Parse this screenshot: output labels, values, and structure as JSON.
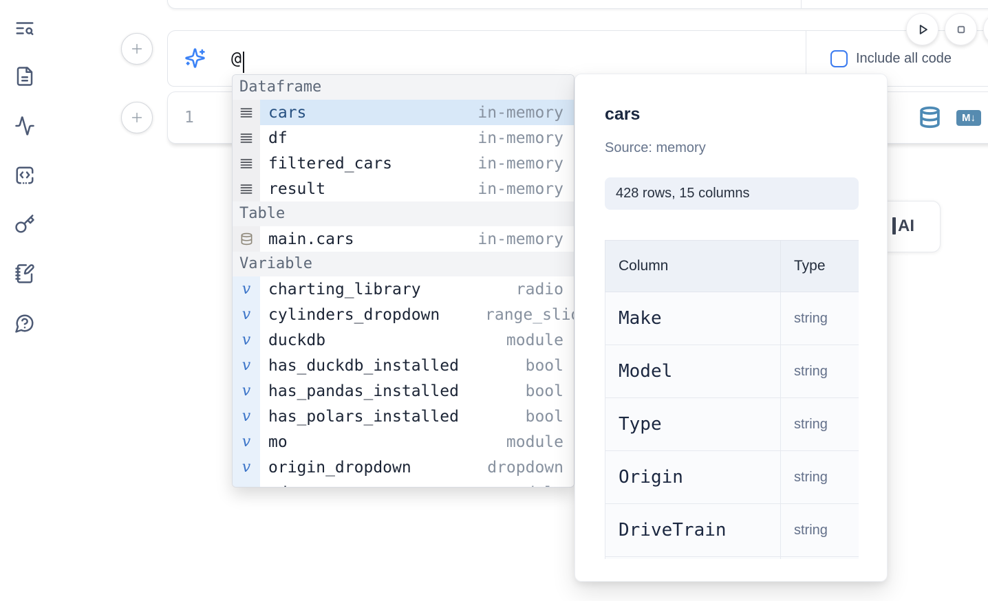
{
  "colors": {
    "accent_blue": "#3b82f6",
    "checkbox_blue": "#3b7bf0",
    "selected_item_bg": "#d8e8f8",
    "steel_blue_icon": "#4d8ab5",
    "markdown_badge_bg": "#568bb0"
  },
  "sidebar": {
    "icons": [
      {
        "name": "text-search"
      },
      {
        "name": "file-document"
      },
      {
        "name": "activity"
      },
      {
        "name": "code-snippet"
      },
      {
        "name": "key"
      },
      {
        "name": "notebook-pen"
      },
      {
        "name": "help-chat"
      }
    ]
  },
  "ai_prompt": {
    "typed_text": "@",
    "include_all_code_label": "Include all code",
    "checkbox_checked": false
  },
  "code_cell": {
    "line_number": "1",
    "markdown_icon_label": "M↓"
  },
  "autocomplete": {
    "sections": [
      {
        "header": "Dataframe",
        "kind": "dataframe",
        "items": [
          {
            "label": "cars",
            "type": "in-memory",
            "selected": true
          },
          {
            "label": "df",
            "type": "in-memory"
          },
          {
            "label": "filtered_cars",
            "type": "in-memory"
          },
          {
            "label": "result",
            "type": "in-memory"
          }
        ]
      },
      {
        "header": "Table",
        "kind": "table",
        "items": [
          {
            "label": "main.cars",
            "type": "in-memory"
          }
        ]
      },
      {
        "header": "Variable",
        "kind": "variable",
        "items": [
          {
            "label": "charting_library",
            "type": "radio"
          },
          {
            "label": "cylinders_dropdown",
            "type": "range_slider",
            "clip": true
          },
          {
            "label": "duckdb",
            "type": "module"
          },
          {
            "label": "has_duckdb_installed",
            "type": "bool"
          },
          {
            "label": "has_pandas_installed",
            "type": "bool"
          },
          {
            "label": "has_polars_installed",
            "type": "bool"
          },
          {
            "label": "mo",
            "type": "module"
          },
          {
            "label": "origin_dropdown",
            "type": "dropdown"
          },
          {
            "label": "pd",
            "type": "module",
            "partial": true
          }
        ]
      }
    ]
  },
  "preview": {
    "title": "cars",
    "source_label": "Source: memory",
    "stats": "428 rows, 15 columns",
    "table": {
      "headers": [
        "Column",
        "Type"
      ],
      "rows": [
        {
          "column": "Make",
          "type": "string"
        },
        {
          "column": "Model",
          "type": "string"
        },
        {
          "column": "Type",
          "type": "string"
        },
        {
          "column": "Origin",
          "type": "string"
        },
        {
          "column": "DriveTrain",
          "type": "string"
        },
        {
          "column": "",
          "type": ""
        }
      ]
    }
  },
  "ai_generate_button": {
    "visible_label": "AI"
  }
}
